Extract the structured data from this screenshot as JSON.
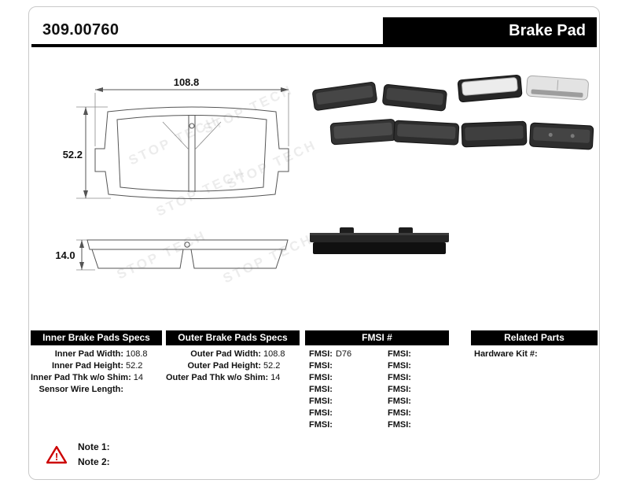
{
  "header": {
    "part_number": "309.00760",
    "product_name": "Brake Pad"
  },
  "drawing": {
    "watermark": "STOP TECH",
    "front_view": {
      "width_label": "108.8",
      "height_label": "52.2"
    },
    "side_view": {
      "thickness_label": "14.0"
    }
  },
  "specs_inner": {
    "title": "Inner Brake Pads Specs",
    "rows": [
      {
        "label": "Inner Pad Width:",
        "value": "108.8"
      },
      {
        "label": "Inner Pad Height:",
        "value": "52.2"
      },
      {
        "label": "Inner Pad Thk w/o Shim:",
        "value": "14"
      },
      {
        "label": "Sensor Wire Length:",
        "value": ""
      }
    ]
  },
  "specs_outer": {
    "title": "Outer Brake Pads Specs",
    "rows": [
      {
        "label": "Outer Pad Width:",
        "value": "108.8"
      },
      {
        "label": "Outer Pad Height:",
        "value": "52.2"
      },
      {
        "label": "Outer Pad Thk w/o Shim:",
        "value": "14"
      }
    ]
  },
  "fmsi": {
    "title": "FMSI #",
    "rows": [
      {
        "l1": "FMSI:",
        "v1": "D76",
        "l2": "FMSI:",
        "v2": ""
      },
      {
        "l1": "FMSI:",
        "v1": "",
        "l2": "FMSI:",
        "v2": ""
      },
      {
        "l1": "FMSI:",
        "v1": "",
        "l2": "FMSI:",
        "v2": ""
      },
      {
        "l1": "FMSI:",
        "v1": "",
        "l2": "FMSI:",
        "v2": ""
      },
      {
        "l1": "FMSI:",
        "v1": "",
        "l2": "FMSI:",
        "v2": ""
      },
      {
        "l1": "FMSI:",
        "v1": "",
        "l2": "FMSI:",
        "v2": ""
      },
      {
        "l1": "FMSI:",
        "v1": "",
        "l2": "FMSI:",
        "v2": ""
      }
    ]
  },
  "related_parts": {
    "title": "Related Parts",
    "rows": [
      {
        "label": "Hardware Kit #:",
        "value": ""
      }
    ]
  },
  "notes": {
    "items": [
      {
        "label": "Note 1:"
      },
      {
        "label": "Note 2:"
      }
    ]
  },
  "colors": {
    "header_bar": "#000000",
    "warning_red": "#cc0000"
  }
}
